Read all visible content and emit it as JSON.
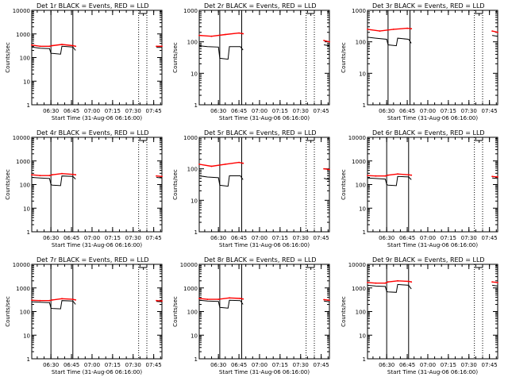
{
  "chart_data": [
    {
      "type": "line",
      "title": "Det 1r  BLACK = Events, RED = LLD",
      "xlabel": "Start Time (31-Aug-06 06:16:00)",
      "ylabel": "Counts/sec",
      "yscale": "log",
      "ylim": [
        1,
        10000
      ],
      "xlim": [
        "06:16:00",
        "07:51:00"
      ],
      "x_ticks": [
        "06:30",
        "06:45",
        "07:00",
        "07:15",
        "07:30",
        "07:45"
      ],
      "y_ticks": [
        "1",
        "10",
        "100",
        "1000",
        "10000"
      ],
      "solid_vlines": [
        "06:30",
        "06:46"
      ],
      "dotted_vlines": [
        "07:34",
        "07:40"
      ],
      "series": [
        {
          "name": "Events",
          "color": "#000000",
          "segments": [
            {
              "x": [
                "06:16",
                "06:22",
                "06:29",
                "06:30",
                "06:31",
                "06:37",
                "06:38",
                "06:46",
                "06:48"
              ],
              "y": [
                280,
                250,
                240,
                150,
                150,
                140,
                300,
                280,
                200
              ]
            },
            {
              "x": [
                "07:47",
                "07:51"
              ],
              "y": [
                270,
                270
              ]
            }
          ]
        },
        {
          "name": "LLD",
          "color": "#ff0000",
          "segments": [
            {
              "x": [
                "06:16",
                "06:22",
                "06:29",
                "06:31",
                "06:38",
                "06:46",
                "06:48"
              ],
              "y": [
                340,
                300,
                300,
                320,
                360,
                320,
                300
              ]
            },
            {
              "x": [
                "07:47",
                "07:51"
              ],
              "y": [
                300,
                300
              ]
            }
          ]
        }
      ]
    },
    {
      "type": "line",
      "title": "Det 2r  BLACK = Events, RED = LLD",
      "xlabel": "Start Time (31-Aug-06 06:16:00)",
      "ylabel": "Counts/sec",
      "yscale": "log",
      "ylim": [
        1,
        1000
      ],
      "xlim": [
        "06:16:00",
        "07:51:00"
      ],
      "x_ticks": [
        "06:30",
        "06:45",
        "07:00",
        "07:15",
        "07:30",
        "07:45"
      ],
      "y_ticks": [
        "1",
        "10",
        "100",
        "1000"
      ],
      "solid_vlines": [
        "06:31",
        "06:47"
      ],
      "dotted_vlines": [
        "07:34",
        "07:40"
      ],
      "series": [
        {
          "name": "Events",
          "color": "#000000",
          "segments": [
            {
              "x": [
                "06:16",
                "06:22",
                "06:30",
                "06:31",
                "06:37",
                "06:38",
                "06:46",
                "06:48"
              ],
              "y": [
                75,
                70,
                68,
                30,
                28,
                70,
                70,
                55
              ]
            },
            {
              "x": [
                "07:47",
                "07:51"
              ],
              "y": [
                80,
                75
              ]
            }
          ]
        },
        {
          "name": "LLD",
          "color": "#ff0000",
          "segments": [
            {
              "x": [
                "06:16",
                "06:25",
                "06:35",
                "06:45",
                "06:48"
              ],
              "y": [
                160,
                150,
                170,
                190,
                180
              ]
            },
            {
              "x": [
                "07:47",
                "07:51"
              ],
              "y": [
                110,
                100
              ]
            }
          ]
        }
      ]
    },
    {
      "type": "line",
      "title": "Det 3r  BLACK = Events, RED = LLD",
      "xlabel": "Start Time (31-Aug-06 06:16:00)",
      "ylabel": "Counts/sec",
      "yscale": "log",
      "ylim": [
        1,
        1000
      ],
      "xlim": [
        "06:16:00",
        "07:51:00"
      ],
      "x_ticks": [
        "06:30",
        "06:45",
        "07:00",
        "07:15",
        "07:30",
        "07:45"
      ],
      "y_ticks": [
        "1",
        "10",
        "100",
        "1000"
      ],
      "solid_vlines": [
        "06:31",
        "06:47"
      ],
      "dotted_vlines": [
        "07:34",
        "07:40"
      ],
      "series": [
        {
          "name": "Events",
          "color": "#000000",
          "segments": [
            {
              "x": [
                "06:16",
                "06:22",
                "06:30",
                "06:31",
                "06:37",
                "06:38",
                "06:46",
                "06:48"
              ],
              "y": [
                140,
                130,
                120,
                80,
                75,
                130,
                120,
                90
              ]
            },
            {
              "x": [
                "07:47",
                "07:51"
              ],
              "y": [
                160,
                150
              ]
            }
          ]
        },
        {
          "name": "LLD",
          "color": "#ff0000",
          "segments": [
            {
              "x": [
                "06:16",
                "06:25",
                "06:35",
                "06:45",
                "06:48"
              ],
              "y": [
                250,
                220,
                250,
                270,
                260
              ]
            },
            {
              "x": [
                "07:47",
                "07:51"
              ],
              "y": [
                220,
                200
              ]
            }
          ]
        }
      ]
    },
    {
      "type": "line",
      "title": "Det 4r  BLACK = Events, RED = LLD",
      "xlabel": "Start Time (31-Aug-06 06:16:00)",
      "ylabel": "Counts/sec",
      "yscale": "log",
      "ylim": [
        1,
        10000
      ],
      "xlim": [
        "06:16:00",
        "07:51:00"
      ],
      "x_ticks": [
        "06:30",
        "06:45",
        "07:00",
        "07:15",
        "07:30",
        "07:45"
      ],
      "y_ticks": [
        "1",
        "10",
        "100",
        "1000",
        "10000"
      ],
      "solid_vlines": [
        "06:30",
        "06:46"
      ],
      "dotted_vlines": [
        "07:34",
        "07:40"
      ],
      "series": [
        {
          "name": "Events",
          "color": "#000000",
          "segments": [
            {
              "x": [
                "06:16",
                "06:22",
                "06:29",
                "06:30",
                "06:31",
                "06:37",
                "06:38",
                "06:46",
                "06:48"
              ],
              "y": [
                200,
                190,
                180,
                100,
                95,
                90,
                230,
                220,
                170
              ]
            },
            {
              "x": [
                "07:47",
                "07:51"
              ],
              "y": [
                200,
                190
              ]
            }
          ]
        },
        {
          "name": "LLD",
          "color": "#ff0000",
          "segments": [
            {
              "x": [
                "06:16",
                "06:22",
                "06:29",
                "06:31",
                "06:38",
                "06:46",
                "06:48"
              ],
              "y": [
                260,
                240,
                240,
                260,
                290,
                270,
                260
              ]
            },
            {
              "x": [
                "07:47",
                "07:51"
              ],
              "y": [
                230,
                220
              ]
            }
          ]
        }
      ]
    },
    {
      "type": "line",
      "title": "Det 5r  BLACK = Events, RED = LLD",
      "xlabel": "Start Time (31-Aug-06 06:16:00)",
      "ylabel": "Counts/sec",
      "yscale": "log",
      "ylim": [
        1,
        1000
      ],
      "xlim": [
        "06:16:00",
        "07:51:00"
      ],
      "x_ticks": [
        "06:30",
        "06:45",
        "07:00",
        "07:15",
        "07:30",
        "07:45"
      ],
      "y_ticks": [
        "1",
        "10",
        "100",
        "1000"
      ],
      "solid_vlines": [
        "06:31",
        "06:47"
      ],
      "dotted_vlines": [
        "07:34",
        "07:40"
      ],
      "series": [
        {
          "name": "Events",
          "color": "#000000",
          "segments": [
            {
              "x": [
                "06:16",
                "06:22",
                "06:30",
                "06:31",
                "06:37",
                "06:38",
                "06:46",
                "06:48"
              ],
              "y": [
                60,
                55,
                52,
                30,
                28,
                60,
                60,
                45
              ]
            },
            {
              "x": [
                "07:47",
                "07:51"
              ],
              "y": [
                50,
                45
              ]
            }
          ]
        },
        {
          "name": "LLD",
          "color": "#ff0000",
          "segments": [
            {
              "x": [
                "06:16",
                "06:25",
                "06:35",
                "06:45",
                "06:48"
              ],
              "y": [
                140,
                120,
                140,
                160,
                150
              ]
            },
            {
              "x": [
                "07:47",
                "07:51"
              ],
              "y": [
                100,
                95
              ]
            }
          ]
        }
      ]
    },
    {
      "type": "line",
      "title": "Det 6r  BLACK = Events, RED = LLD",
      "xlabel": "Start Time (31-Aug-06 06:16:00)",
      "ylabel": "Counts/sec",
      "yscale": "log",
      "ylim": [
        1,
        10000
      ],
      "xlim": [
        "06:16:00",
        "07:51:00"
      ],
      "x_ticks": [
        "06:30",
        "06:45",
        "07:00",
        "07:15",
        "07:30",
        "07:45"
      ],
      "y_ticks": [
        "1",
        "10",
        "100",
        "1000",
        "10000"
      ],
      "solid_vlines": [
        "06:30",
        "06:46"
      ],
      "dotted_vlines": [
        "07:34",
        "07:40"
      ],
      "series": [
        {
          "name": "Events",
          "color": "#000000",
          "segments": [
            {
              "x": [
                "06:16",
                "06:22",
                "06:29",
                "06:30",
                "06:31",
                "06:37",
                "06:38",
                "06:46",
                "06:48"
              ],
              "y": [
                190,
                180,
                170,
                100,
                95,
                90,
                220,
                210,
                160
              ]
            },
            {
              "x": [
                "07:47",
                "07:51"
              ],
              "y": [
                190,
                180
              ]
            }
          ]
        },
        {
          "name": "LLD",
          "color": "#ff0000",
          "segments": [
            {
              "x": [
                "06:16",
                "06:22",
                "06:29",
                "06:31",
                "06:38",
                "06:46",
                "06:48"
              ],
              "y": [
                240,
                230,
                230,
                250,
                280,
                260,
                250
              ]
            },
            {
              "x": [
                "07:47",
                "07:51"
              ],
              "y": [
                220,
                210
              ]
            }
          ]
        }
      ]
    },
    {
      "type": "line",
      "title": "Det 7r  BLACK = Events, RED = LLD",
      "xlabel": "Start Time (31-Aug-06 06:16:00)",
      "ylabel": "Counts/sec",
      "yscale": "log",
      "ylim": [
        1,
        10000
      ],
      "xlim": [
        "06:16:00",
        "07:51:00"
      ],
      "x_ticks": [
        "06:30",
        "06:45",
        "07:00",
        "07:15",
        "07:30",
        "07:45"
      ],
      "y_ticks": [
        "1",
        "10",
        "100",
        "1000",
        "10000"
      ],
      "solid_vlines": [
        "06:30",
        "06:46"
      ],
      "dotted_vlines": [
        "07:34",
        "07:40"
      ],
      "series": [
        {
          "name": "Events",
          "color": "#000000",
          "segments": [
            {
              "x": [
                "06:16",
                "06:22",
                "06:29",
                "06:30",
                "06:31",
                "06:37",
                "06:38",
                "06:46",
                "06:48"
              ],
              "y": [
                260,
                250,
                240,
                140,
                135,
                130,
                290,
                280,
                200
              ]
            },
            {
              "x": [
                "07:47",
                "07:51"
              ],
              "y": [
                270,
                260
              ]
            }
          ]
        },
        {
          "name": "LLD",
          "color": "#ff0000",
          "segments": [
            {
              "x": [
                "06:16",
                "06:22",
                "06:29",
                "06:31",
                "06:38",
                "06:46",
                "06:48"
              ],
              "y": [
                300,
                290,
                290,
                310,
                350,
                330,
                310
              ]
            },
            {
              "x": [
                "07:47",
                "07:51"
              ],
              "y": [
                290,
                280
              ]
            }
          ]
        }
      ]
    },
    {
      "type": "line",
      "title": "Det 8r  BLACK = Events, RED = LLD",
      "xlabel": "Start Time (31-Aug-06 06:16:00)",
      "ylabel": "Counts/sec",
      "yscale": "log",
      "ylim": [
        1,
        10000
      ],
      "xlim": [
        "06:16:00",
        "07:51:00"
      ],
      "x_ticks": [
        "06:30",
        "06:45",
        "07:00",
        "07:15",
        "07:30",
        "07:45"
      ],
      "y_ticks": [
        "1",
        "10",
        "100",
        "1000",
        "10000"
      ],
      "solid_vlines": [
        "06:31",
        "06:47"
      ],
      "dotted_vlines": [
        "07:34",
        "07:40"
      ],
      "series": [
        {
          "name": "Events",
          "color": "#000000",
          "segments": [
            {
              "x": [
                "06:16",
                "06:22",
                "06:30",
                "06:31",
                "06:37",
                "06:38",
                "06:46",
                "06:48"
              ],
              "y": [
                300,
                280,
                270,
                150,
                140,
                300,
                290,
                200
              ]
            },
            {
              "x": [
                "07:47",
                "07:51"
              ],
              "y": [
                280,
                260
              ]
            }
          ]
        },
        {
          "name": "LLD",
          "color": "#ff0000",
          "segments": [
            {
              "x": [
                "06:16",
                "06:22",
                "06:30",
                "06:38",
                "06:46",
                "06:48"
              ],
              "y": [
                360,
                330,
                330,
                380,
                360,
                340
              ]
            },
            {
              "x": [
                "07:47",
                "07:51"
              ],
              "y": [
                320,
                300
              ]
            }
          ]
        }
      ]
    },
    {
      "type": "line",
      "title": "Det 9r  BLACK = Events, RED = LLD",
      "xlabel": "Start Time (31-Aug-06 06:16:00)",
      "ylabel": "Counts/sec",
      "yscale": "log",
      "ylim": [
        1,
        10000
      ],
      "xlim": [
        "06:16:00",
        "07:51:00"
      ],
      "x_ticks": [
        "06:30",
        "06:45",
        "07:00",
        "07:15",
        "07:30",
        "07:45"
      ],
      "y_ticks": [
        "1",
        "10",
        "100",
        "1000",
        "10000"
      ],
      "solid_vlines": [
        "06:30",
        "06:46"
      ],
      "dotted_vlines": [
        "07:34",
        "07:40"
      ],
      "series": [
        {
          "name": "Events",
          "color": "#000000",
          "segments": [
            {
              "x": [
                "06:16",
                "06:22",
                "06:29",
                "06:30",
                "06:31",
                "06:37",
                "06:38",
                "06:46",
                "06:48"
              ],
              "y": [
                1300,
                1200,
                1150,
                700,
                680,
                650,
                1400,
                1300,
                900
              ]
            },
            {
              "x": [
                "07:47",
                "07:51"
              ],
              "y": [
                1300,
                1200
              ]
            }
          ]
        },
        {
          "name": "LLD",
          "color": "#ff0000",
          "segments": [
            {
              "x": [
                "06:16",
                "06:22",
                "06:29",
                "06:31",
                "06:38",
                "06:46",
                "06:48"
              ],
              "y": [
                1700,
                1600,
                1600,
                1800,
                2000,
                1900,
                1800
              ]
            },
            {
              "x": [
                "07:47",
                "07:51"
              ],
              "y": [
                1800,
                1700
              ]
            }
          ]
        }
      ]
    }
  ]
}
